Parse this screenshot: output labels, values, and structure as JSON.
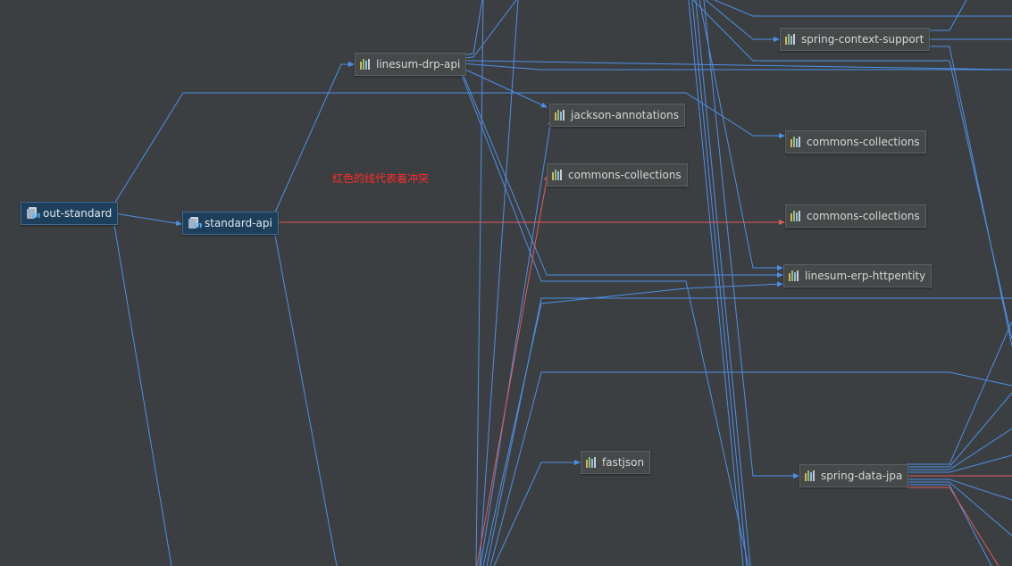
{
  "colors": {
    "background": "#3c3f41",
    "edge_normal": "#4d8fe8",
    "edge_conflict": "#e05a5a",
    "annotation": "#ff2b2b"
  },
  "annotation": "红色的线代表着冲突",
  "nodes": {
    "out_standard": "out-standard",
    "standard_api": "standard-api",
    "linesum_drp_api": "linesum-drp-api",
    "spring_context_support": "spring-context-support",
    "jackson_annotations": "jackson-annotations",
    "commons_collections_mid": "commons-collections",
    "commons_collections_top": "commons-collections",
    "commons_collections_conflict": "commons-collections",
    "linesum_erp_httpentity": "linesum-erp-httpentity",
    "fastjson": "fastjson",
    "spring_data_jpa": "spring-data-jpa"
  },
  "icons": {
    "module": "maven-module-icon",
    "library": "library-jar-icon"
  }
}
